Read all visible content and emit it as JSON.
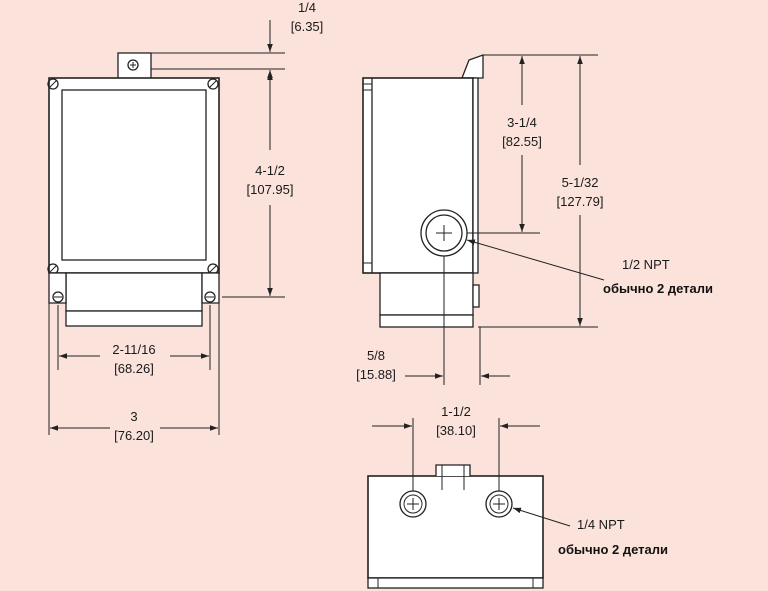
{
  "front_view": {
    "top_offset_frac": "1/4",
    "top_offset_mm": "[6.35]",
    "height_frac": "4-1/2",
    "height_mm": "[107.95]",
    "mount_width_frac": "2-11/16",
    "mount_width_mm": "[68.26]",
    "width_frac": "3",
    "width_mm": "[76.20]"
  },
  "side_view": {
    "upper_frac": "3-1/4",
    "upper_mm": "[82.55]",
    "total_frac": "5-1/32",
    "total_mm": "[127.79]",
    "offset_frac": "5/8",
    "offset_mm": "[15.88]",
    "conduit_label": "1/2 NPT",
    "conduit_note": "обычно 2 детали"
  },
  "bottom_view": {
    "spacing_frac": "1-1/2",
    "spacing_mm": "[38.10]",
    "port_label": "1/4 NPT",
    "port_note": "обычно 2 детали"
  }
}
